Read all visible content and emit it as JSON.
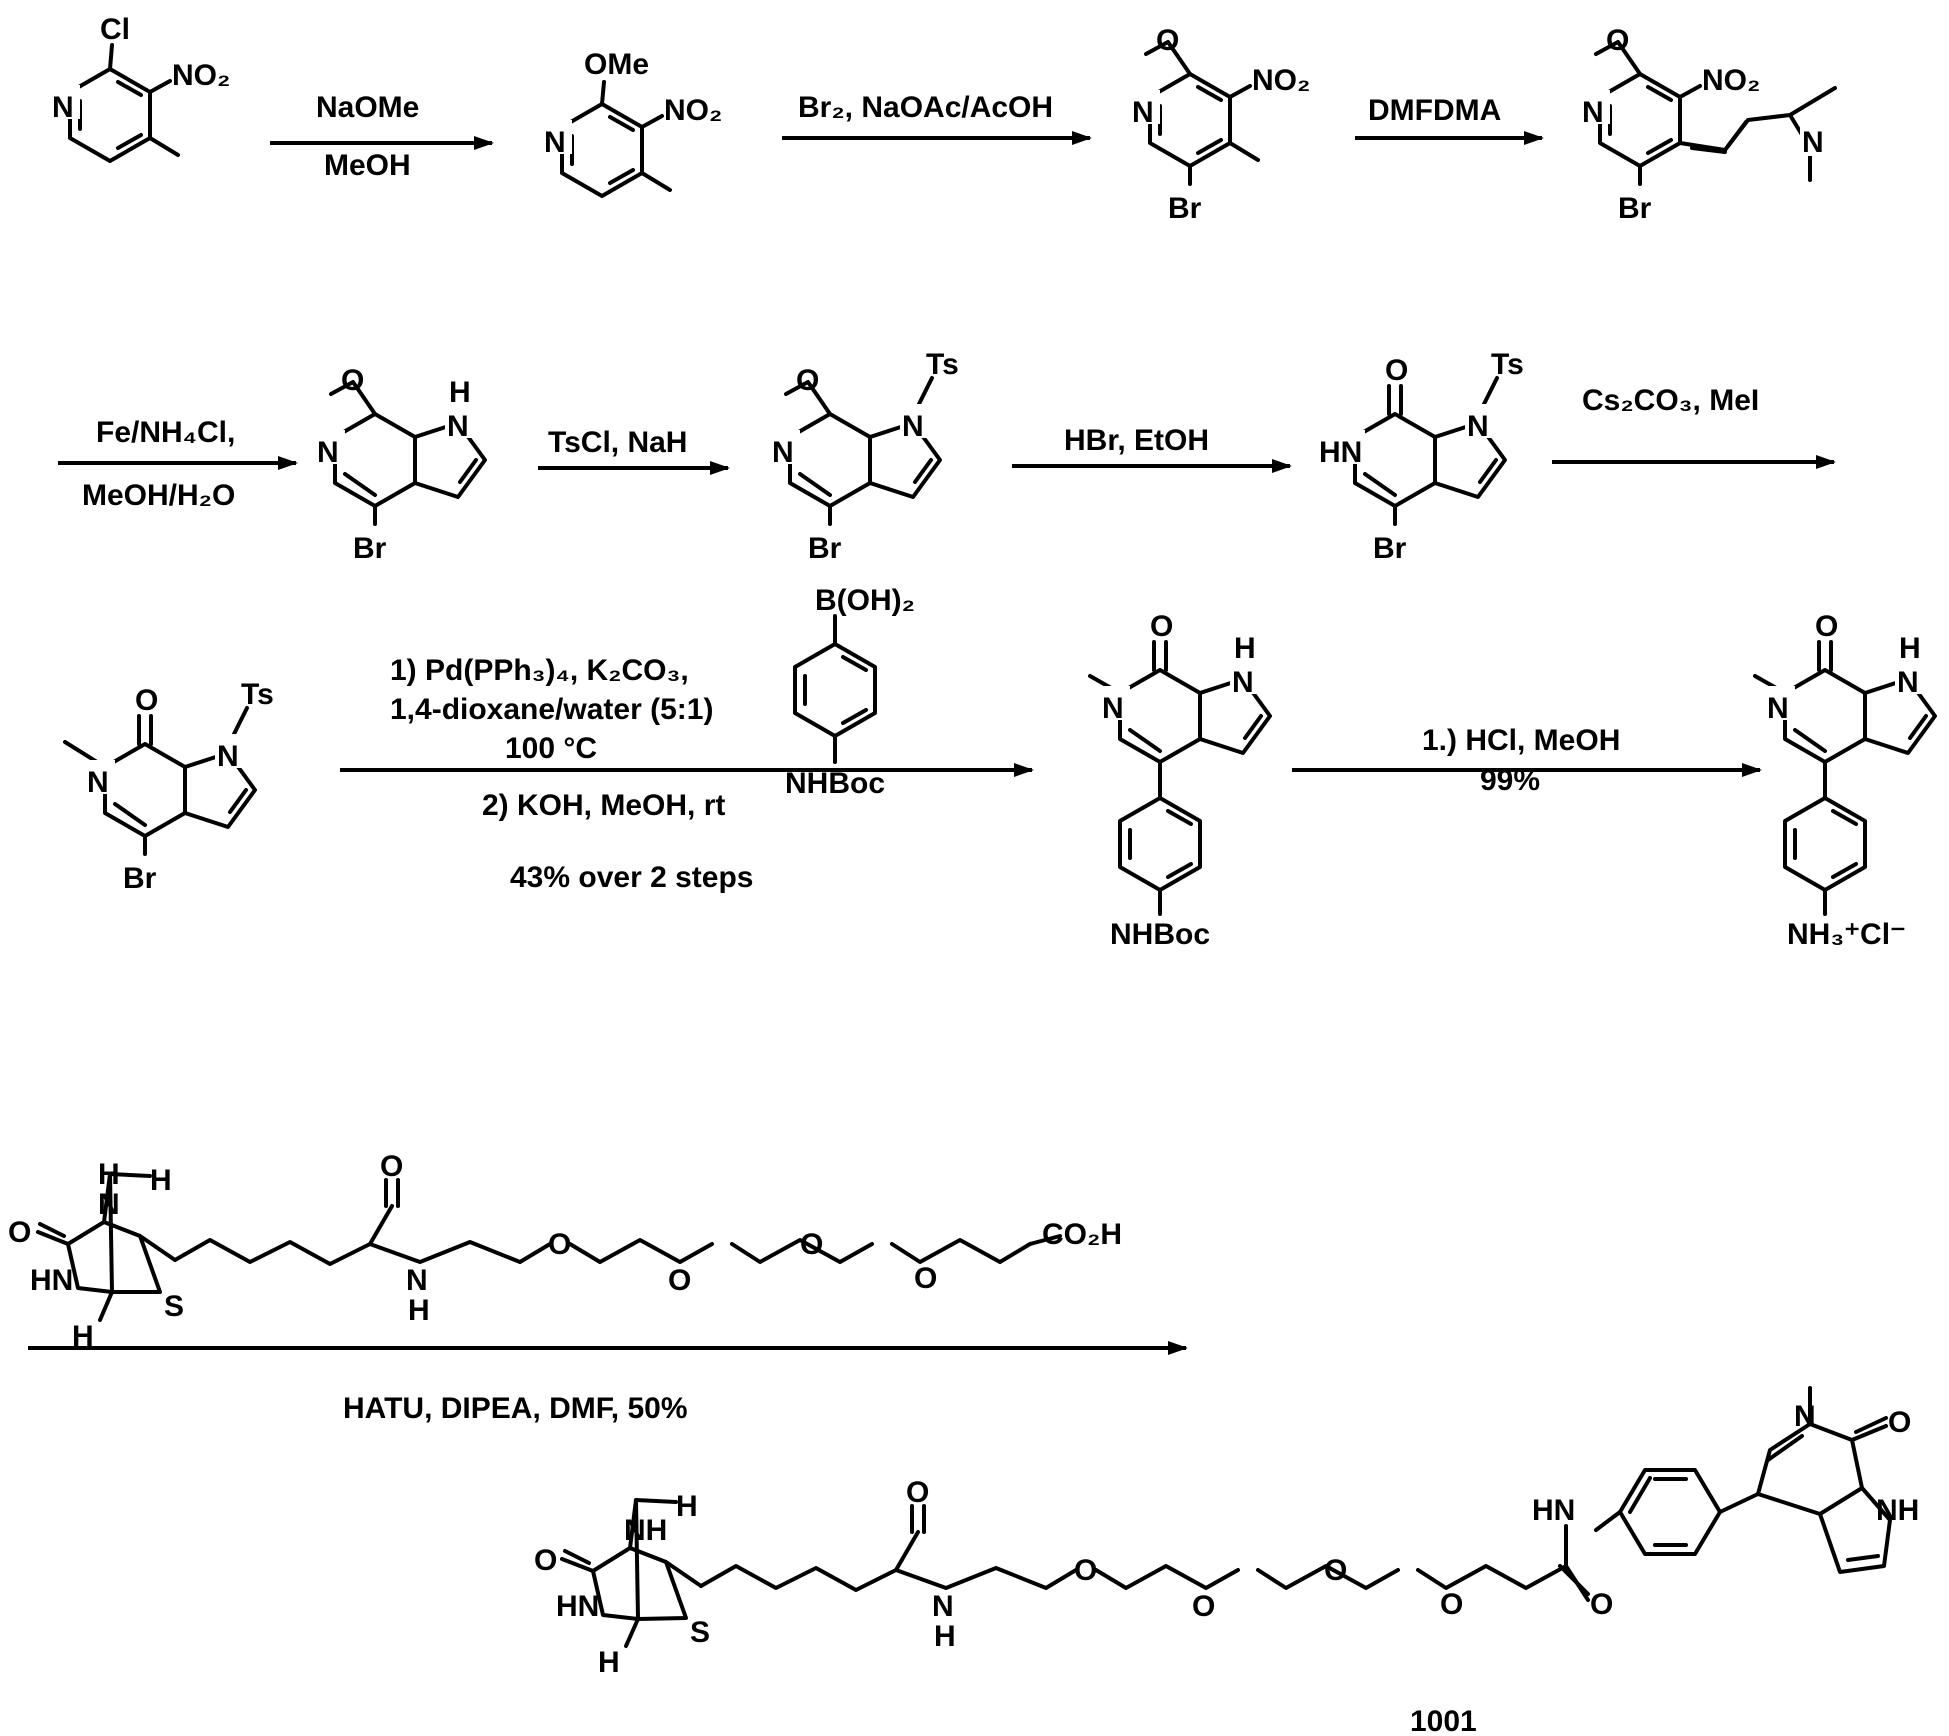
{
  "arrows": {
    "a1_top": "NaOMe",
    "a1_bottom": "MeOH",
    "a2_top": "Br₂, NaOAc/AcOH",
    "a3_top": "DMFDMA",
    "a4_top": "Fe/NH₄Cl,",
    "a4_bottom": "MeOH/H₂O",
    "a5_top": "TsCl, NaH",
    "a6_top": "HBr, EtOH",
    "a7_top": "Cs₂CO₃, MeI",
    "a8_line1": "1)  Pd(PPh₃)₄, K₂CO₃,",
    "a8_line2": "1,4-dioxane/water (5:1)",
    "a8_line3": "100 °C",
    "a8_line4": "2) KOH, MeOH, rt",
    "a8_line5": "43% over 2 steps",
    "a9_top": "1.) HCl, MeOH",
    "a9_bottom": "99%",
    "a10_bottom": "HATU, DIPEA, DMF, 50%"
  },
  "atoms": {
    "cl": "Cl",
    "n": "N",
    "no2": "NO₂",
    "ome": "OMe",
    "o": "O",
    "br": "Br",
    "nh": "NH",
    "hn": "HN",
    "h": "H",
    "ts": "Ts",
    "s": "S",
    "boh2": "B(OH)₂",
    "nhboc": "NHBoc",
    "nh3cl": "NH₃⁺Cl⁻",
    "co2h": "CO₂H"
  },
  "compound_label": "1001"
}
